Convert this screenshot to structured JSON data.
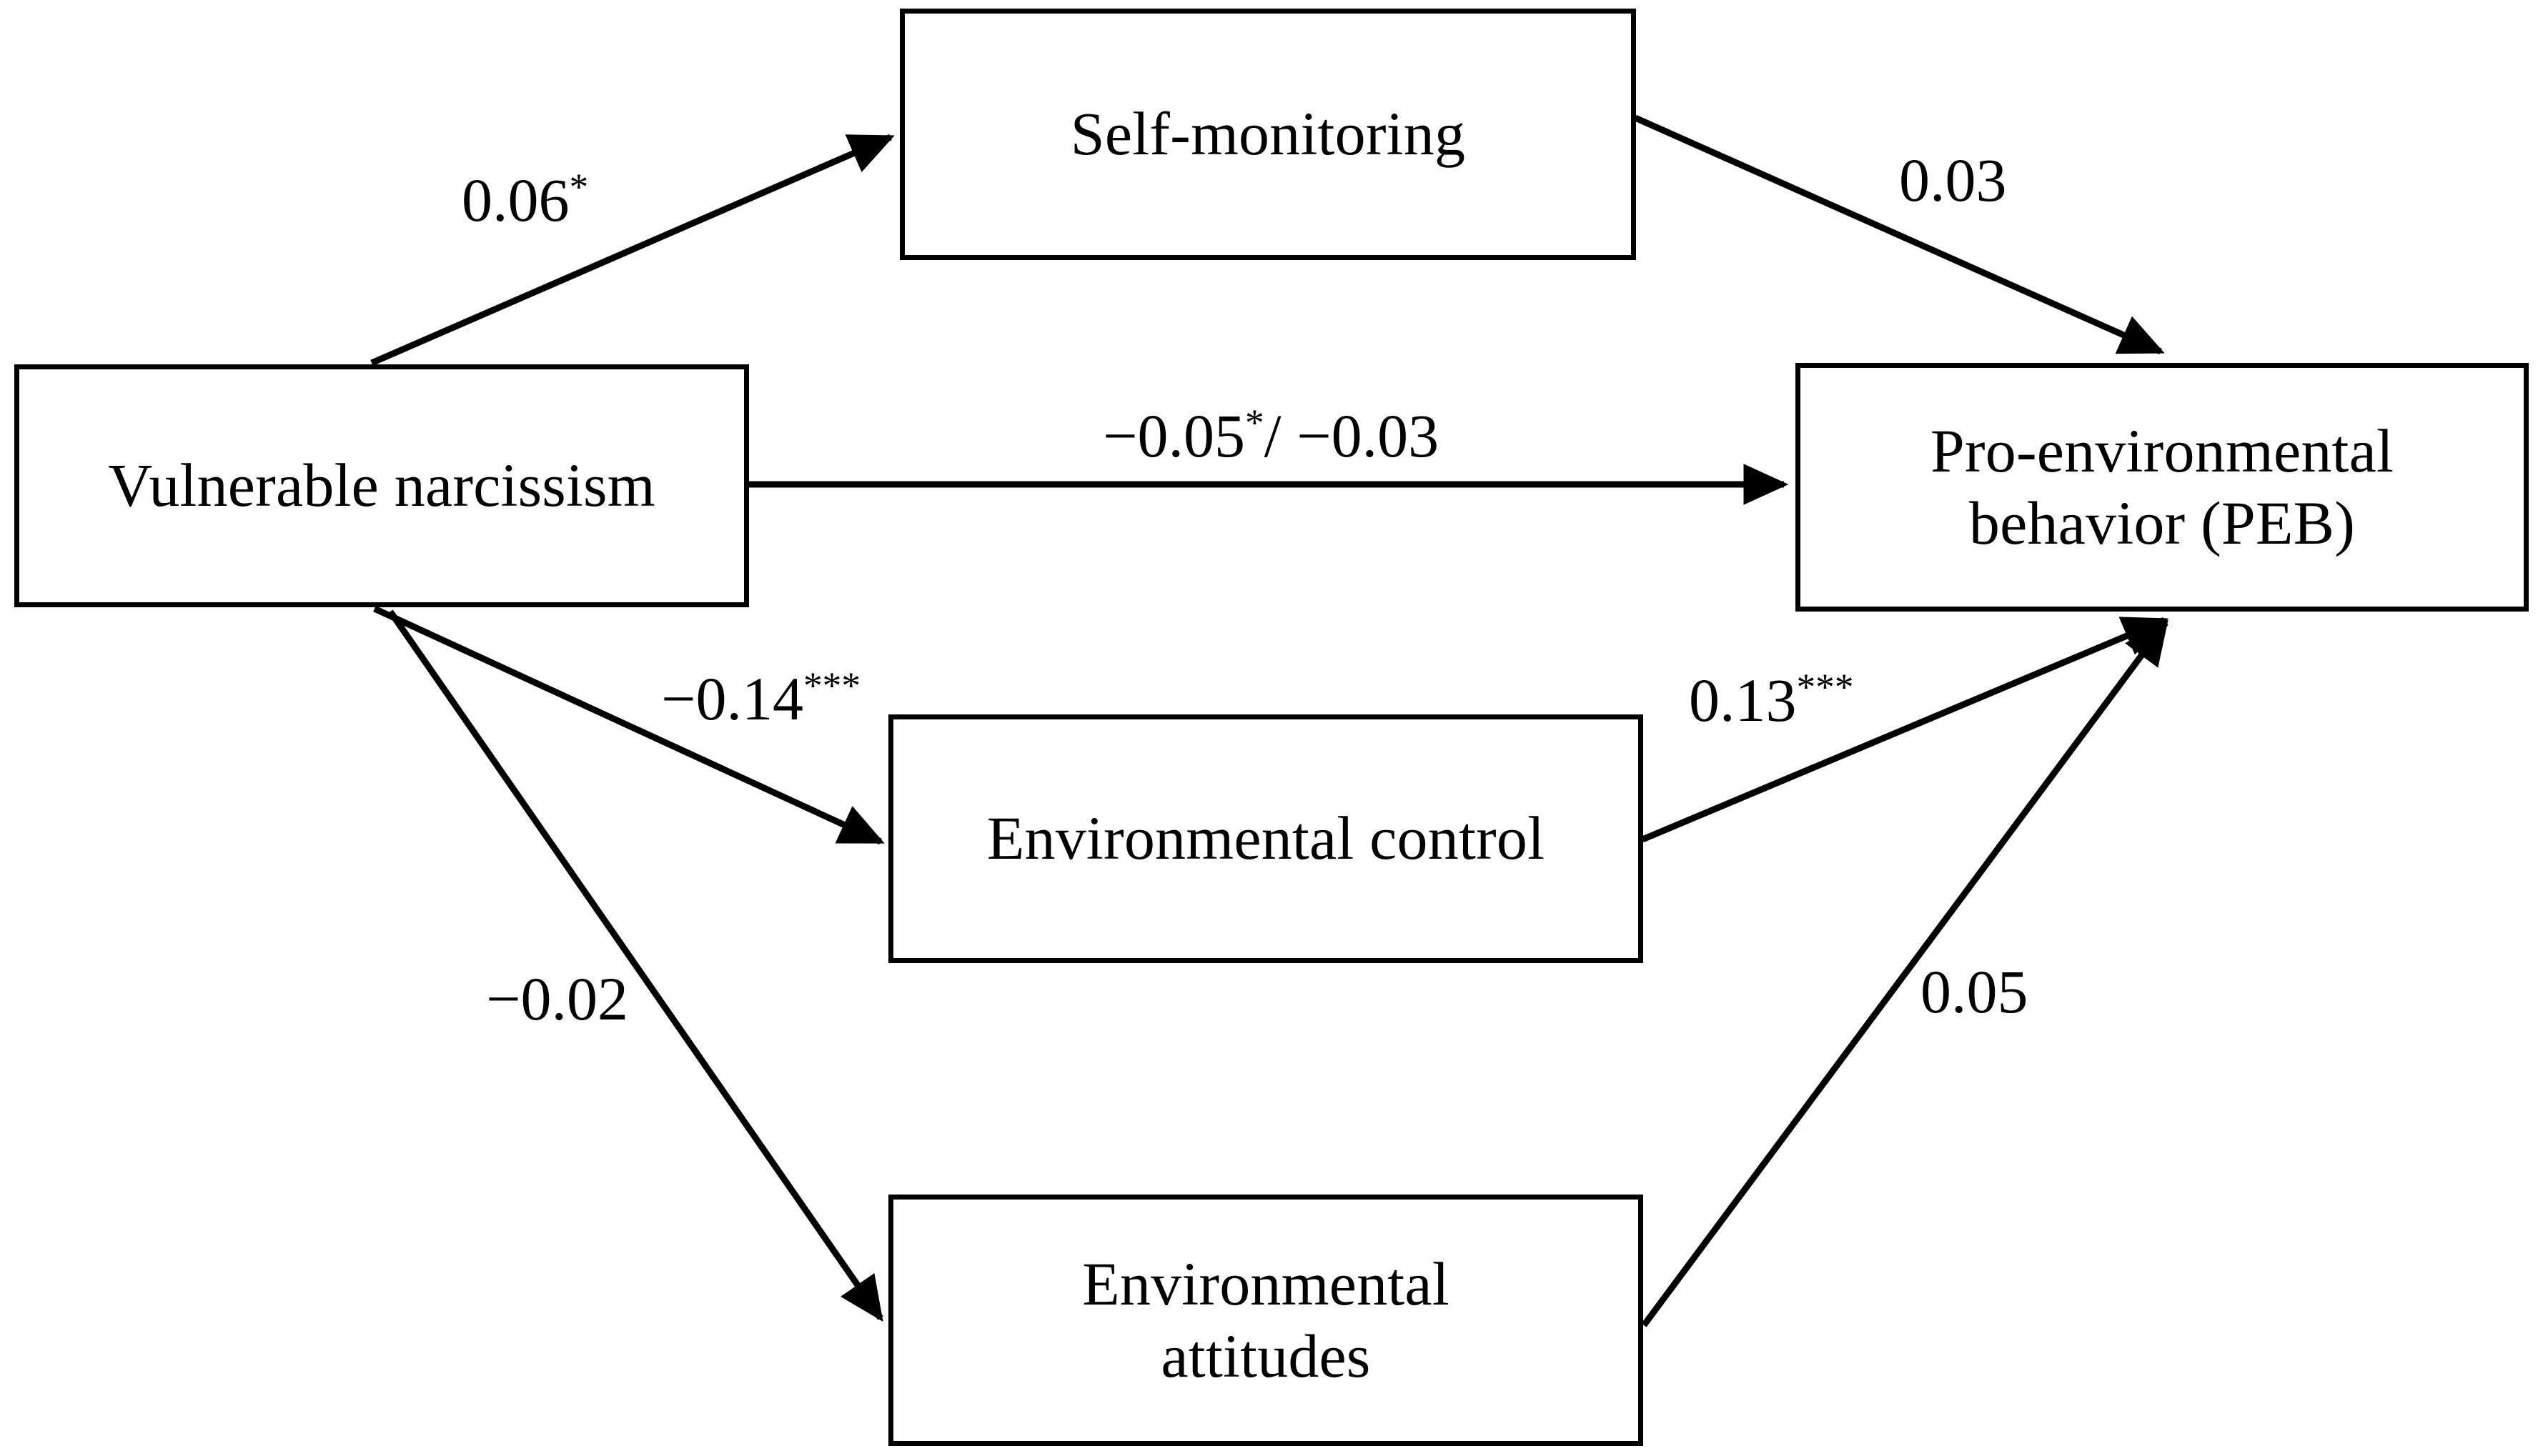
{
  "diagram": {
    "type": "path-model",
    "title": "",
    "nodes": [
      {
        "id": "vulnerable-narcissism",
        "label": "Vulnerable narcissism"
      },
      {
        "id": "self-monitoring",
        "label": "Self-monitoring"
      },
      {
        "id": "environmental-control",
        "label": "Environmental control"
      },
      {
        "id": "environmental-attitudes-line1",
        "label": "Environmental"
      },
      {
        "id": "environmental-attitudes-line2",
        "label": "attitudes"
      },
      {
        "id": "peb-line1",
        "label": "Pro-environmental"
      },
      {
        "id": "peb-line2",
        "label": "behavior (PEB)"
      }
    ],
    "edges": [
      {
        "id": "vn-to-sm",
        "from": "Vulnerable narcissism",
        "to": "Self-monitoring",
        "coefficient": "0.06",
        "significance": "*"
      },
      {
        "id": "sm-to-peb",
        "from": "Self-monitoring",
        "to": "Pro-environmental behavior (PEB)",
        "coefficient": "0.03",
        "significance": ""
      },
      {
        "id": "vn-to-peb-direct",
        "from": "Vulnerable narcissism",
        "to": "Pro-environmental behavior (PEB)",
        "coefficient": "−0.05",
        "significance": "*",
        "coefficient2": "/ −0.03",
        "significance2": ""
      },
      {
        "id": "vn-to-ec",
        "from": "Vulnerable narcissism",
        "to": "Environmental control",
        "coefficient": "−0.14",
        "significance": "***"
      },
      {
        "id": "ec-to-peb",
        "from": "Environmental control",
        "to": "Pro-environmental behavior (PEB)",
        "coefficient": "0.13",
        "significance": "***"
      },
      {
        "id": "vn-to-ea",
        "from": "Vulnerable narcissism",
        "to": "Environmental attitudes",
        "coefficient": "−0.02",
        "significance": ""
      },
      {
        "id": "ea-to-peb",
        "from": "Environmental attitudes",
        "to": "Pro-environmental behavior (PEB)",
        "coefficient": "0.05",
        "significance": ""
      }
    ],
    "labels": {
      "vn_to_sm": "0.06",
      "vn_to_sm_sig": "*",
      "sm_to_peb": "0.03",
      "vn_to_peb_a": "−0.05",
      "vn_to_peb_a_sig": "*",
      "vn_to_peb_b": "/ −0.03",
      "vn_to_ec": "−0.14",
      "vn_to_ec_sig": "***",
      "ec_to_peb": "0.13",
      "ec_to_peb_sig": "***",
      "vn_to_ea": "−0.02",
      "ea_to_peb": "0.05"
    },
    "colors": {
      "stroke": "#000000",
      "background": "#ffffff",
      "text": "#000000"
    }
  }
}
